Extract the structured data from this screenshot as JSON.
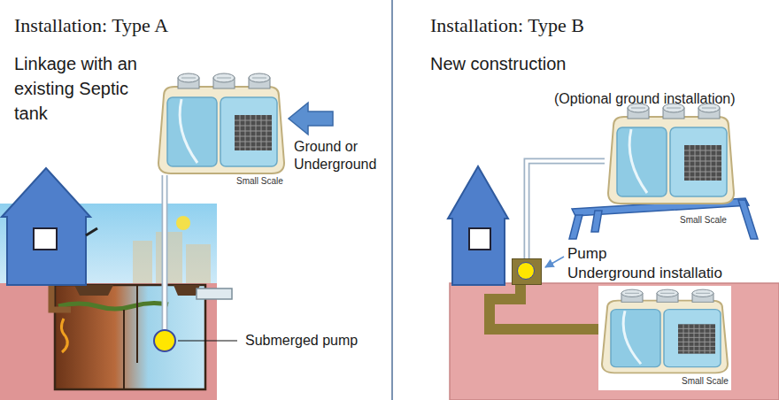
{
  "diagram": {
    "nodes": [
      {
        "text": [
          "Small Scale"
        ]
      },
      {
        "text": [
          "Submerged pump"
        ]
      },
      {
        "text": [
          "Small Scale"
        ]
      },
      {
        "text": [
          "Pump",
          "Underground installatio"
        ]
      },
      {
        "text": [
          "Small Scale"
        ]
      }
    ],
    "edges": [
      {
        "from": 1,
        "to": 0,
        "arrow": "none"
      },
      {
        "from": 3,
        "to": 2,
        "arrow": "none"
      },
      {
        "from": 3,
        "to": 4,
        "arrow": "none"
      }
    ],
    "labels": [
      "Installation: Type A",
      "Linkage with an existing Septic tank",
      "Ground or Underground",
      "Installation: Type B",
      "New construction",
      "(Optional ground installation)"
    ]
  }
}
